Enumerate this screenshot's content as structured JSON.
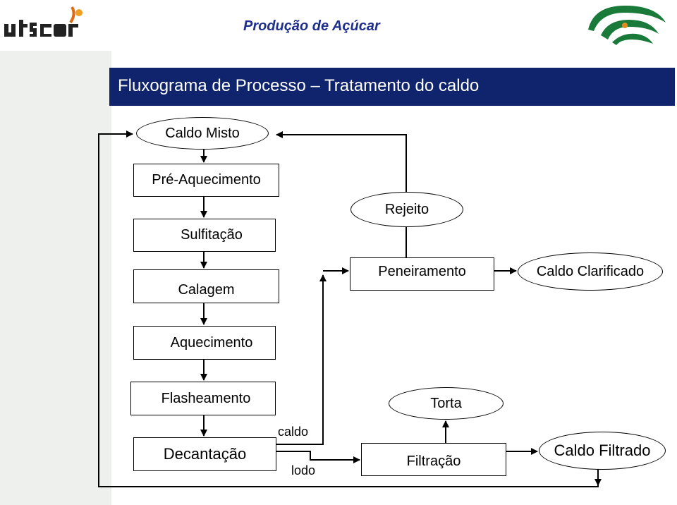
{
  "header": {
    "title": "Produção de Açúcar",
    "logo_left_text": "ufscar"
  },
  "slide": {
    "title": "Fluxograma de Processo – Tratamento do caldo"
  },
  "nodes": {
    "caldo_misto": "Caldo Misto",
    "pre_aquecimento": "Pré-Aquecimento",
    "sulfitacao": "Sulfitação",
    "calagem": "Calagem",
    "aquecimento": "Aquecimento",
    "flasheamento": "Flasheamento",
    "decantacao": "Decantação",
    "rejeito": "Rejeito",
    "peneiramento": "Peneiramento",
    "caldo_clarificado": "Caldo Clarificado",
    "torta": "Torta",
    "filtracao": "Filtração",
    "caldo_filtrado": "Caldo Filtrado"
  },
  "edge_labels": {
    "caldo": "caldo",
    "lodo": "lodo"
  },
  "colors": {
    "title_bar": "#10246e",
    "header_title": "#1e2f8c",
    "logo_green": "#1a7a3a"
  }
}
